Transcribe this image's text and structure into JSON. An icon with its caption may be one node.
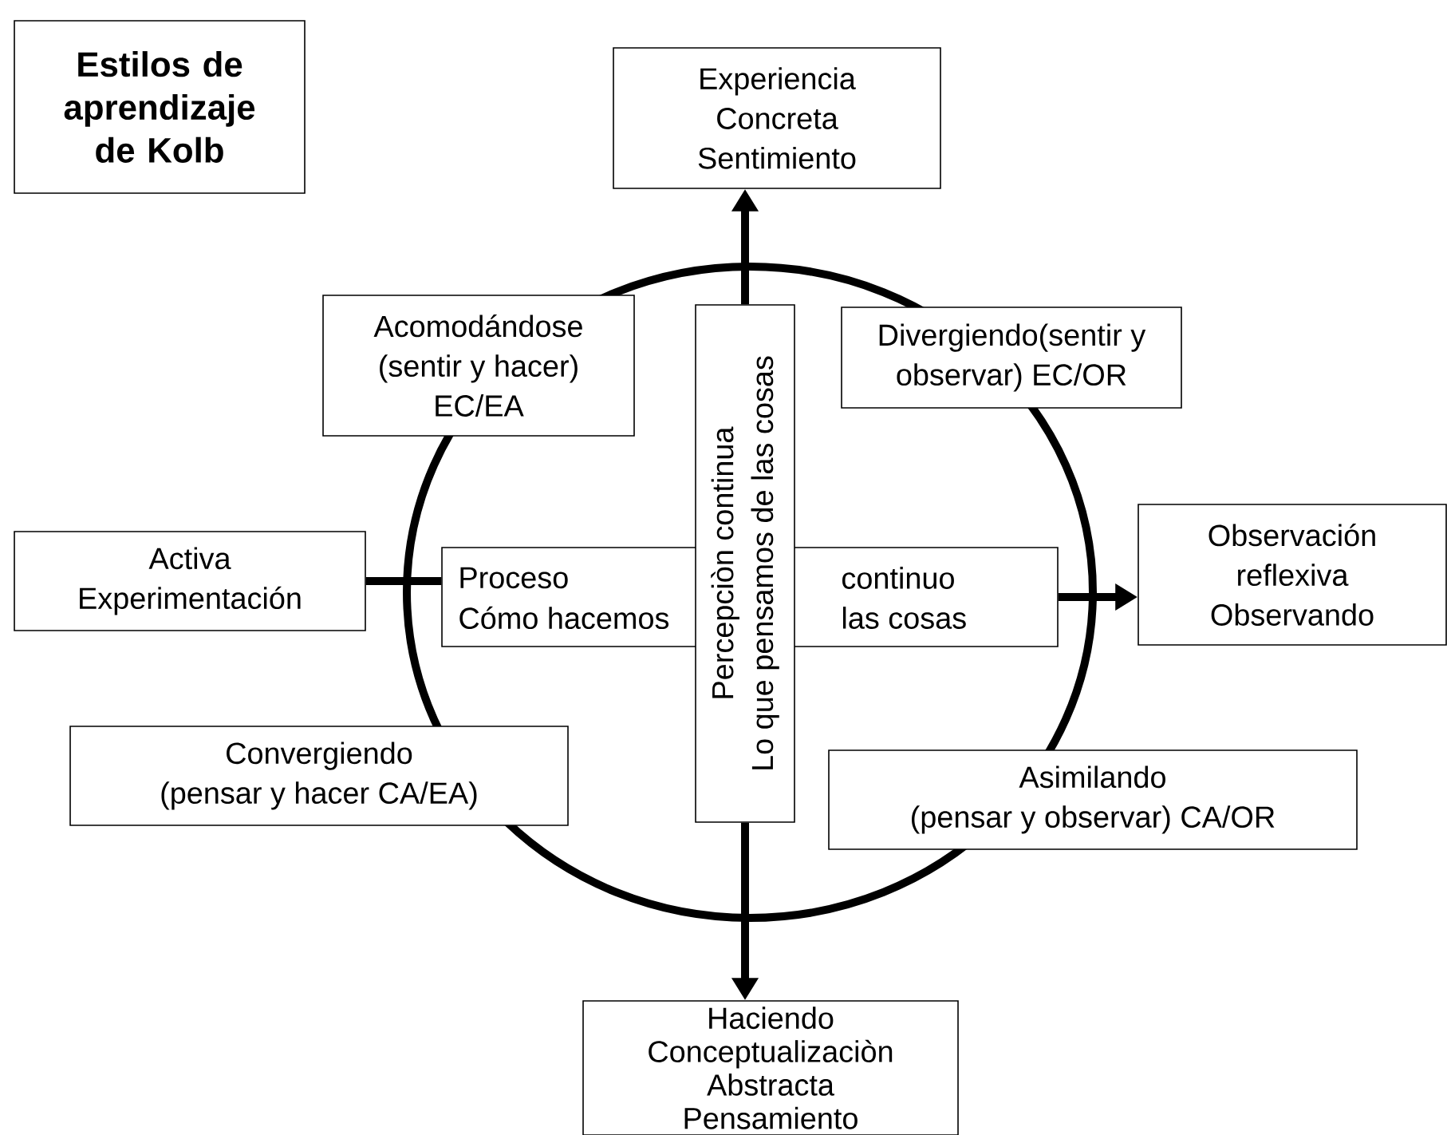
{
  "diagram": {
    "title": "Estilos de aprendizaje de Kolb",
    "nodes": [
      {
        "text": [
          "Experiencia Concreta Sentimiento"
        ]
      },
      {
        "text": [
          "Acomodándose",
          "(sentir y hacer) EC/EA"
        ]
      },
      {
        "text": [
          "Percepciòn continua",
          "Lo que pensamos de las cosas"
        ]
      },
      {
        "text": [
          "Divergiendo(sentir y observar) EC/OR"
        ]
      },
      {
        "text": [
          "Activa Experimentación"
        ]
      },
      {
        "text": [
          "Proceso",
          "continuo",
          "Cómo hacemos",
          "las cosas"
        ]
      },
      {
        "text": [
          "Observación reflexiva Observando"
        ]
      },
      {
        "text": [
          "Convergiendo",
          "(pensar y hacer  CA/EA)"
        ]
      },
      {
        "text": [
          "Asimilando",
          "(pensar y observar)  CA/OR"
        ]
      },
      {
        "text": [
          "Haciendo Conceptualizaciòn Abstracta Pensamiento"
        ]
      }
    ],
    "edges": [
      {
        "from": 2,
        "to": 0,
        "arrow": "to"
      },
      {
        "from": 2,
        "to": 9,
        "arrow": "to"
      },
      {
        "from": 4,
        "to": 5,
        "arrow": "none"
      },
      {
        "from": 5,
        "to": 6,
        "arrow": "to"
      }
    ]
  }
}
